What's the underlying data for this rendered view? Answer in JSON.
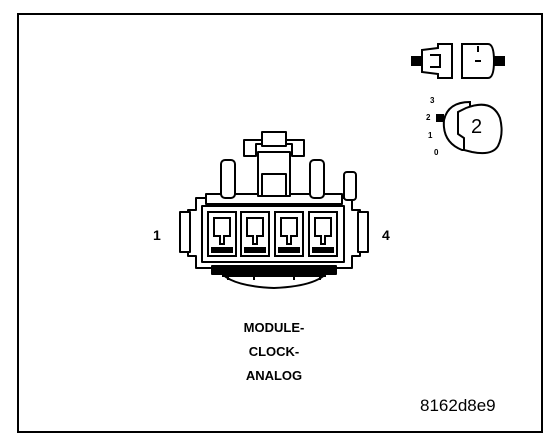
{
  "connector": {
    "pin_left": "1",
    "pin_right": "4"
  },
  "caption": {
    "line1": "MODULE-",
    "line2": "CLOCK-",
    "line3": "ANALOG"
  },
  "code": "8162d8e9",
  "inset": {
    "color_digit": "2",
    "scale": [
      "3",
      "2",
      "1",
      "0"
    ]
  }
}
